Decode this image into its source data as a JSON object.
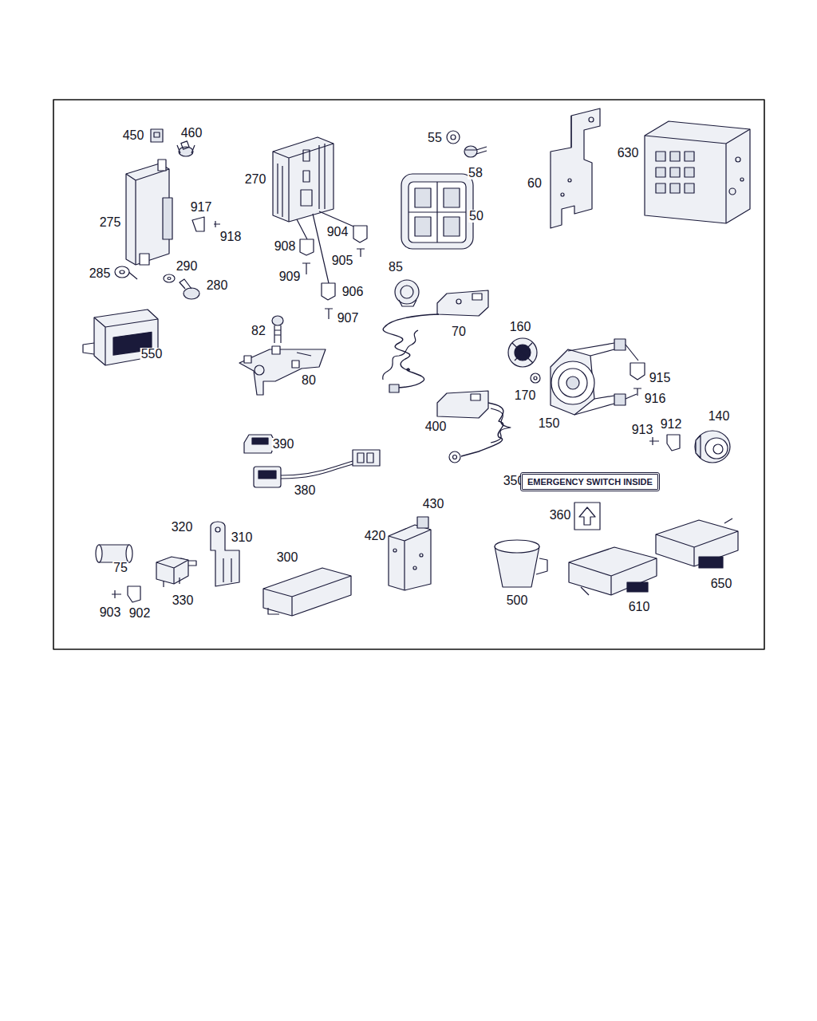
{
  "diagram": {
    "nodes": [
      {
        "text": [
          "EMERGENCY SWITCH INSIDE"
        ]
      }
    ],
    "labels": [
      "450",
      "460",
      "270",
      "55",
      "58",
      "60",
      "630",
      "50",
      "917",
      "275",
      "918",
      "908",
      "904",
      "905",
      "909",
      "285",
      "290",
      "280",
      "85",
      "906",
      "907",
      "82",
      "70",
      "160",
      "550",
      "915",
      "80",
      "170",
      "916",
      "400",
      "150",
      "913",
      "912",
      "140",
      "390",
      "350",
      "380",
      "430",
      "360",
      "320",
      "310",
      "420",
      "300",
      "75",
      "650",
      "330",
      "500",
      "903",
      "902",
      "610"
    ]
  }
}
